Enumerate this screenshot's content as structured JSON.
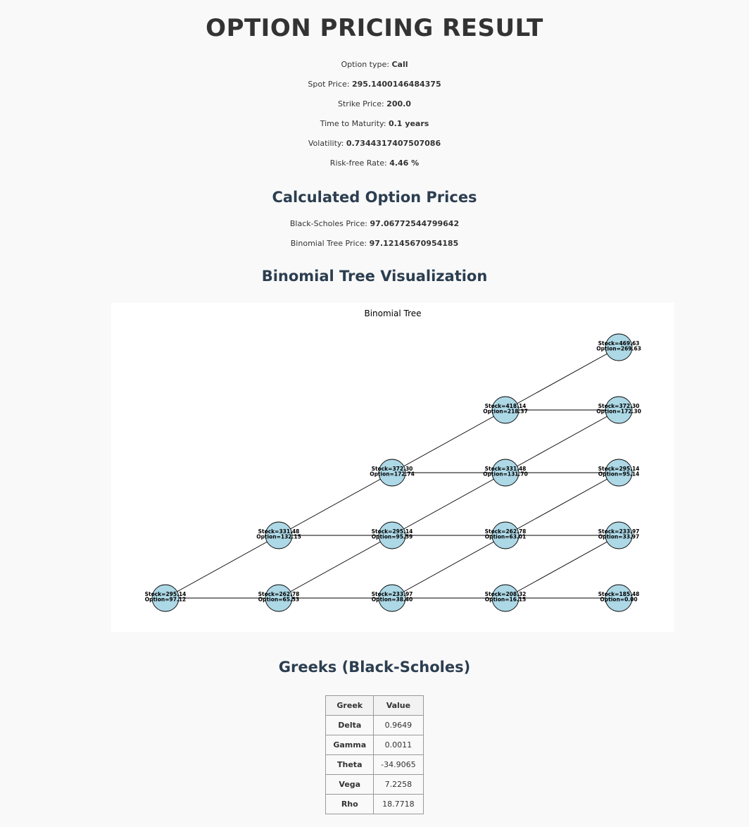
{
  "title": "OPTION PRICING RESULT",
  "params": [
    {
      "label": "Option type:",
      "value": "Call"
    },
    {
      "label": "Spot Price:",
      "value": "295.1400146484375"
    },
    {
      "label": "Strike Price:",
      "value": "200.0"
    },
    {
      "label": "Time to Maturity:",
      "value": "0.1 years"
    },
    {
      "label": "Volatility:",
      "value": "0.7344317407507086"
    },
    {
      "label": "Risk-free Rate:",
      "value": "4.46 %"
    }
  ],
  "calc_heading": "Calculated Option Prices",
  "prices": [
    {
      "label": "Black-Scholes Price:",
      "value": "97.06772544799642"
    },
    {
      "label": "Binomial Tree Price:",
      "value": "97.12145670954185"
    }
  ],
  "tree_heading": "Binomial Tree Visualization",
  "greeks_heading": "Greeks (Black-Scholes)",
  "greeks_table": {
    "headers": [
      "Greek",
      "Value"
    ],
    "rows": [
      {
        "name": "Delta",
        "value": "0.9649"
      },
      {
        "name": "Gamma",
        "value": "0.0011"
      },
      {
        "name": "Theta",
        "value": "-34.9065"
      },
      {
        "name": "Vega",
        "value": "7.2258"
      },
      {
        "name": "Rho",
        "value": "18.7718"
      }
    ]
  },
  "chart_data": {
    "type": "diagram",
    "title": "Binomial Tree",
    "node_color": "#add8e6",
    "edge_color": "#000000",
    "steps": 4,
    "nodes": [
      {
        "step": 0,
        "ups": 0,
        "stock": "295.14",
        "option": "97.12"
      },
      {
        "step": 1,
        "ups": 0,
        "stock": "262.78",
        "option": "65.53"
      },
      {
        "step": 1,
        "ups": 1,
        "stock": "331.48",
        "option": "132.15"
      },
      {
        "step": 2,
        "ups": 0,
        "stock": "233.97",
        "option": "38.40"
      },
      {
        "step": 2,
        "ups": 1,
        "stock": "295.14",
        "option": "95.59"
      },
      {
        "step": 2,
        "ups": 2,
        "stock": "372.30",
        "option": "172.74"
      },
      {
        "step": 3,
        "ups": 0,
        "stock": "208.32",
        "option": "16.15"
      },
      {
        "step": 3,
        "ups": 1,
        "stock": "262.78",
        "option": "63.01"
      },
      {
        "step": 3,
        "ups": 2,
        "stock": "331.48",
        "option": "131.70"
      },
      {
        "step": 3,
        "ups": 3,
        "stock": "418.14",
        "option": "218.37"
      },
      {
        "step": 4,
        "ups": 0,
        "stock": "185.48",
        "option": "0.00"
      },
      {
        "step": 4,
        "ups": 1,
        "stock": "233.97",
        "option": "33.97"
      },
      {
        "step": 4,
        "ups": 2,
        "stock": "295.14",
        "option": "95.14"
      },
      {
        "step": 4,
        "ups": 3,
        "stock": "372.30",
        "option": "172.30"
      },
      {
        "step": 4,
        "ups": 4,
        "stock": "469.63",
        "option": "269.63"
      }
    ]
  }
}
